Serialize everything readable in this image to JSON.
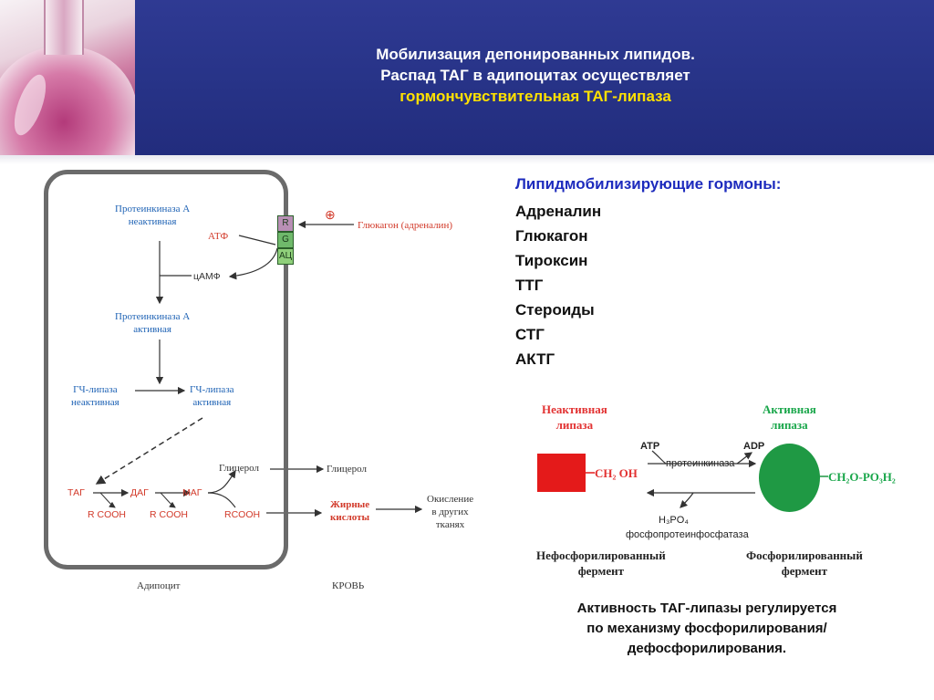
{
  "header": {
    "title_line1": "Мобилизация депонированных липидов.",
    "title_line2": "Распад ТАГ в адипоцитах осуществляет",
    "title_line3": "гормончувствительная ТАГ-липаза",
    "highlight_color": "#ffe100"
  },
  "cell_diagram": {
    "pka_inactive_1": "Протеинкиназа А",
    "pka_inactive_2": "неактивная",
    "atp": "АТФ",
    "camp": "цАМФ",
    "pka_active_1": "Протеинкиназа А",
    "pka_active_2": "активная",
    "hsl_inactive_1": "ГЧ-липаза",
    "hsl_inactive_2": "неактивная",
    "hsl_active_1": "ГЧ-липаза",
    "hsl_active_2": "активная",
    "receptor_r": "R",
    "receptor_g": "G",
    "receptor_ac": "AЦ",
    "plus_sign": "⊕",
    "hormone_label": "Глюкагон (адреналин)",
    "tag": "ТАГ",
    "dag": "ДАГ",
    "mag": "МАГ",
    "rcooh_1": "R COOH",
    "rcooh_2": "R COOH",
    "rcooh_3": "RCOOH",
    "glycerol_in": "Глицерол",
    "glycerol_out": "Глицерол",
    "fatty_acids_1": "Жирные",
    "fatty_acids_2": "кислоты",
    "oxidation_1": "Окисление",
    "oxidation_2": "в других",
    "oxidation_3": "тканях",
    "adipocyte_label": "Адипоцит",
    "blood_label": "КРОВЬ"
  },
  "hormones": {
    "title": "Липидмобилизирующие  гормоны:",
    "items": [
      "Адреналин",
      "Глюкагон",
      "Тироксин",
      "ТТГ",
      "Стероиды",
      "СТГ",
      "АКТГ"
    ]
  },
  "lipase_diagram": {
    "inactive_1": "Неактивная",
    "inactive_2": "липаза",
    "active_1": "Активная",
    "active_2": "липаза",
    "atp": "ATP",
    "adp": "ADP",
    "protein_kinase": "протеинкиназа",
    "ch2oh": "CH₂ OH",
    "ch2opo3h2": "CH₂O-PO₃H₂",
    "h3po4": "H₃PO₄",
    "phosphatase": "фосфопротеинфосфатаза",
    "unphos_1": "Нефосфорилированный",
    "unphos_2": "фермент",
    "phos_1": "Фосфорилированный",
    "phos_2": "фермент",
    "inactive_color": "#e41a1a",
    "active_color": "#1f9944"
  },
  "caption": {
    "line1": "Активность ТАГ-липазы регулируется",
    "line2": "по механизму  фосфорилирования/",
    "line3": "дефосфорилирования."
  }
}
